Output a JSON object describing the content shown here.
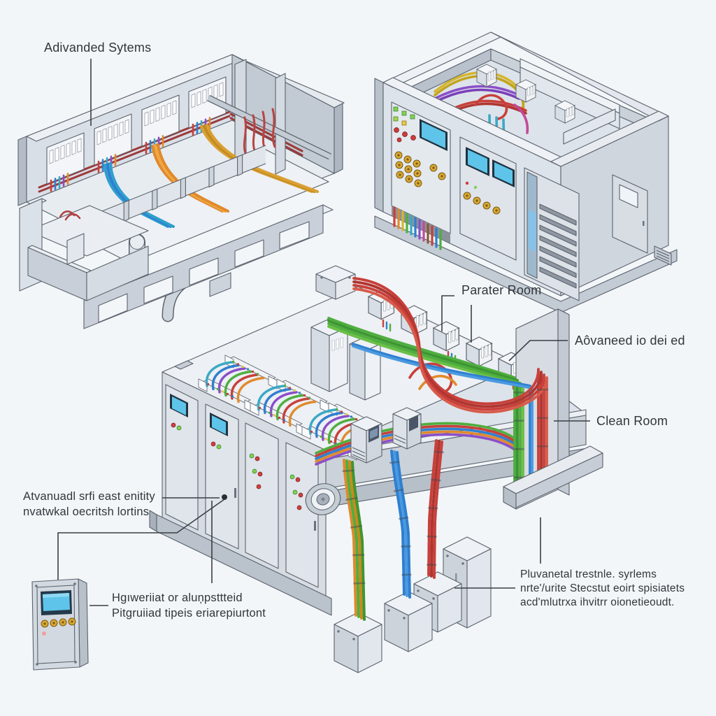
{
  "scene": {
    "description": "Isometric cutaway illustration of electrical equipment rooms with colored cable bundles and callout labels",
    "labels": {
      "advanced_systems": "Adivanded Sytems",
      "parater_room": "Parater Room",
      "advanced_loaded": "Aôvaneed io dei ed",
      "clean_room": "Clean Room",
      "entity_l1": "Atvanuadl srfi east enitity",
      "entity_l2": "nvatwkal oecritsh lortins",
      "panel_note_l1": "Hgıweriiat or aluņpsttteid",
      "panel_note_l2": "Pitgruiiad tipeis eriarepiurtont",
      "planetary_l1": "Pluvanetal trestnle. syrlems",
      "planetary_l2": "nrte'/urite Stecstut eoirt spisiatets",
      "planetary_l3": "acd'mlutrxa ihvitrr oionetieoudt."
    },
    "palette": {
      "background": "#f2f6f9",
      "wall_light": "#ecf0f4",
      "wall_mid": "#ccd3db",
      "wall_dark": "#aeb7c1",
      "outline": "#5c636d",
      "cable_red": "#c8403a",
      "cable_dark_red": "#9c3a3a",
      "cable_orange": "#e08a2d",
      "cable_yellow": "#d4b62e",
      "cable_green": "#4fae3f",
      "cable_teal": "#3aa9c6",
      "cable_blue": "#2f7fd0",
      "cable_purple": "#8a4fc8",
      "cable_magenta": "#c04a9a",
      "screen_blue": "#5ec4ea",
      "knob_gold": "#d8a832",
      "led_green": "#7ed254",
      "led_red": "#d04040",
      "led_yellow": "#e2c94a"
    }
  }
}
